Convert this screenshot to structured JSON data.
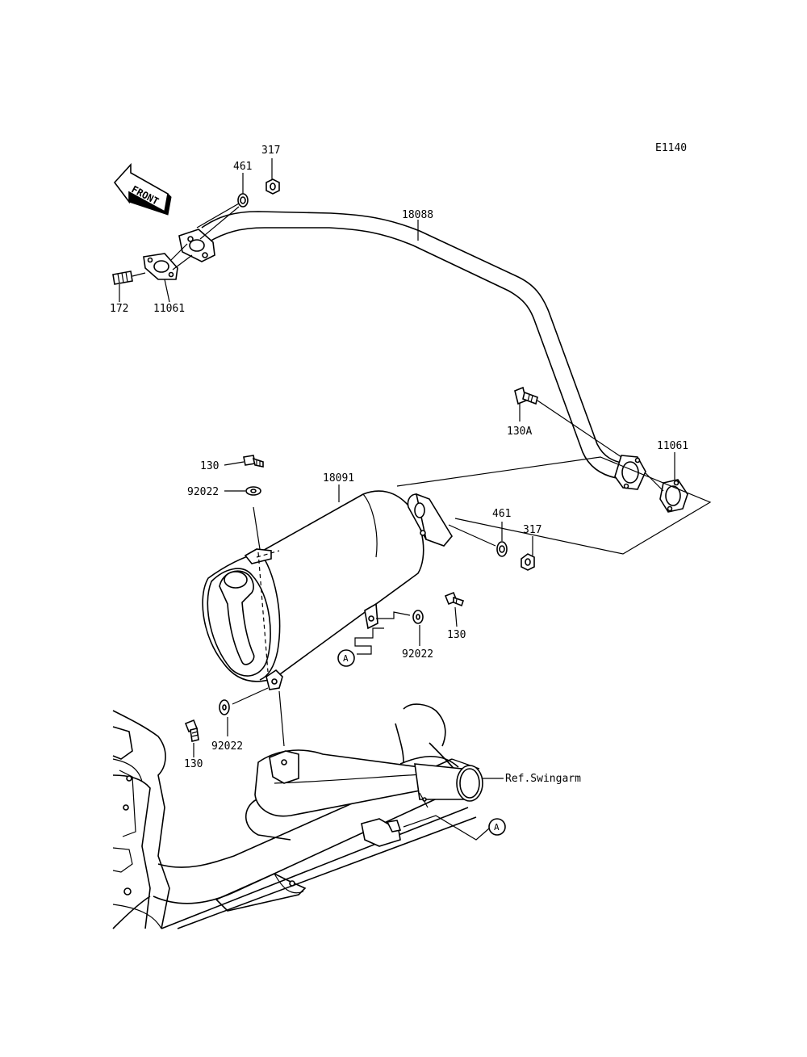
{
  "diagram_code": "E1140",
  "front_label": "FRONT",
  "ref_text": "Ref.Swingarm",
  "callout_letter": "A",
  "labels": {
    "p317_top": "317",
    "p461_top": "461",
    "p18088": "18088",
    "p172": "172",
    "p11061_left": "11061",
    "p130A": "130A",
    "p11061_right": "11061",
    "p130_top": "130",
    "p92022_top": "92022",
    "p18091": "18091",
    "p461_mid": "461",
    "p317_mid": "317",
    "p130_right": "130",
    "p92022_right": "92022",
    "p92022_bottom": "92022",
    "p130_bottom": "130"
  }
}
